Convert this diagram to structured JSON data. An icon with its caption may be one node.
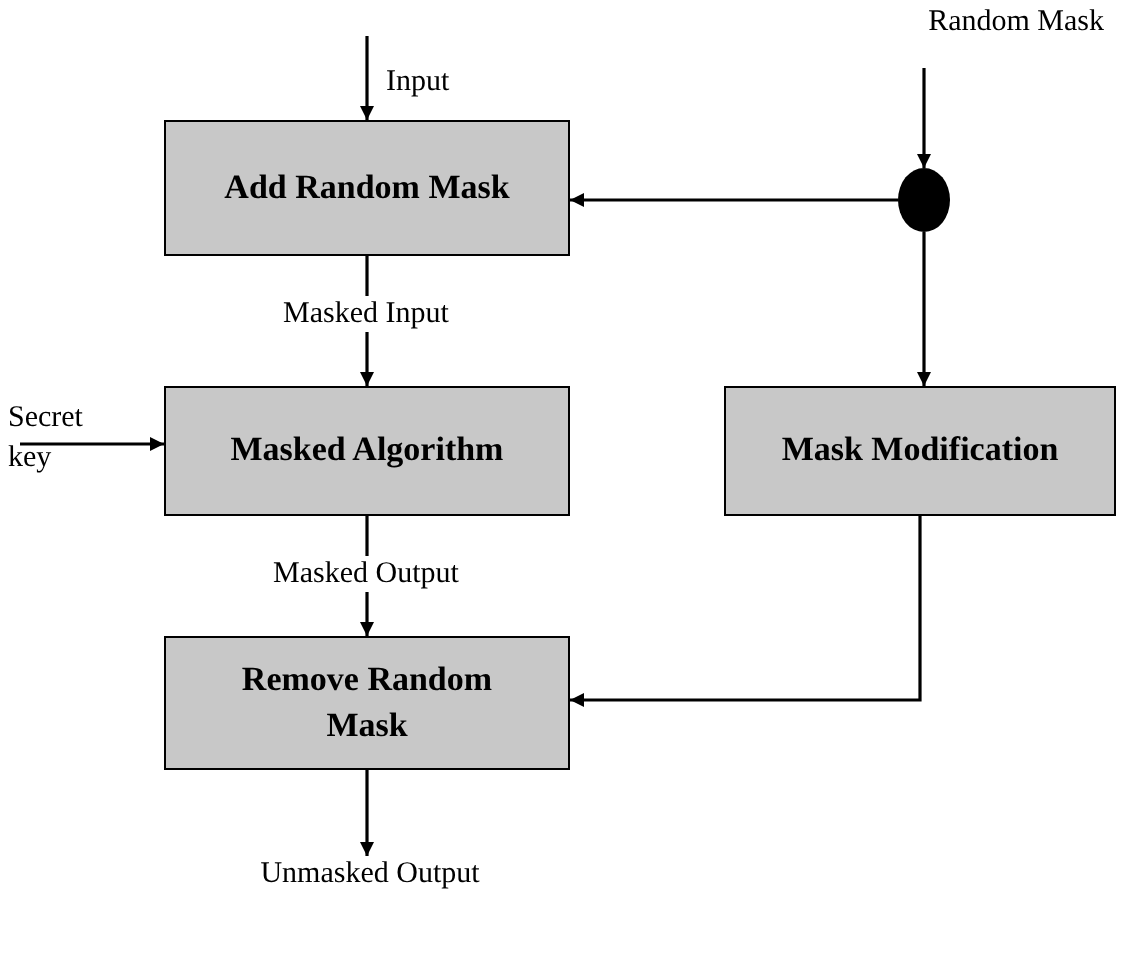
{
  "diagram": {
    "nodes": [
      {
        "text": [
          "Random Mask"
        ]
      },
      {
        "text": [
          "Add Random Mask"
        ]
      },
      {
        "text": [],
        "shape": "circle"
      },
      {
        "text": [
          "Secret key"
        ]
      },
      {
        "text": [
          "Masked Algorithm"
        ]
      },
      {
        "text": [
          "Mask Modification"
        ]
      },
      {
        "text": [
          "Remove Random Mask"
        ]
      },
      {
        "text": [
          "Unmasked Output"
        ]
      }
    ],
    "edges": [
      {
        "from": null,
        "to": 1,
        "arrow": "to",
        "label": "Input"
      },
      {
        "from": 0,
        "to": 2,
        "arrow": "to"
      },
      {
        "from": 2,
        "to": 1,
        "arrow": "to"
      },
      {
        "from": 2,
        "to": 5,
        "arrow": "to"
      },
      {
        "from": 1,
        "to": 4,
        "arrow": "to",
        "label": "Masked Input"
      },
      {
        "from": 3,
        "to": 4,
        "arrow": "to"
      },
      {
        "from": 4,
        "to": 6,
        "arrow": "to",
        "label": "Masked Output"
      },
      {
        "from": 5,
        "to": 6,
        "arrow": "to"
      },
      {
        "from": 6,
        "to": 7,
        "arrow": "to"
      }
    ]
  }
}
